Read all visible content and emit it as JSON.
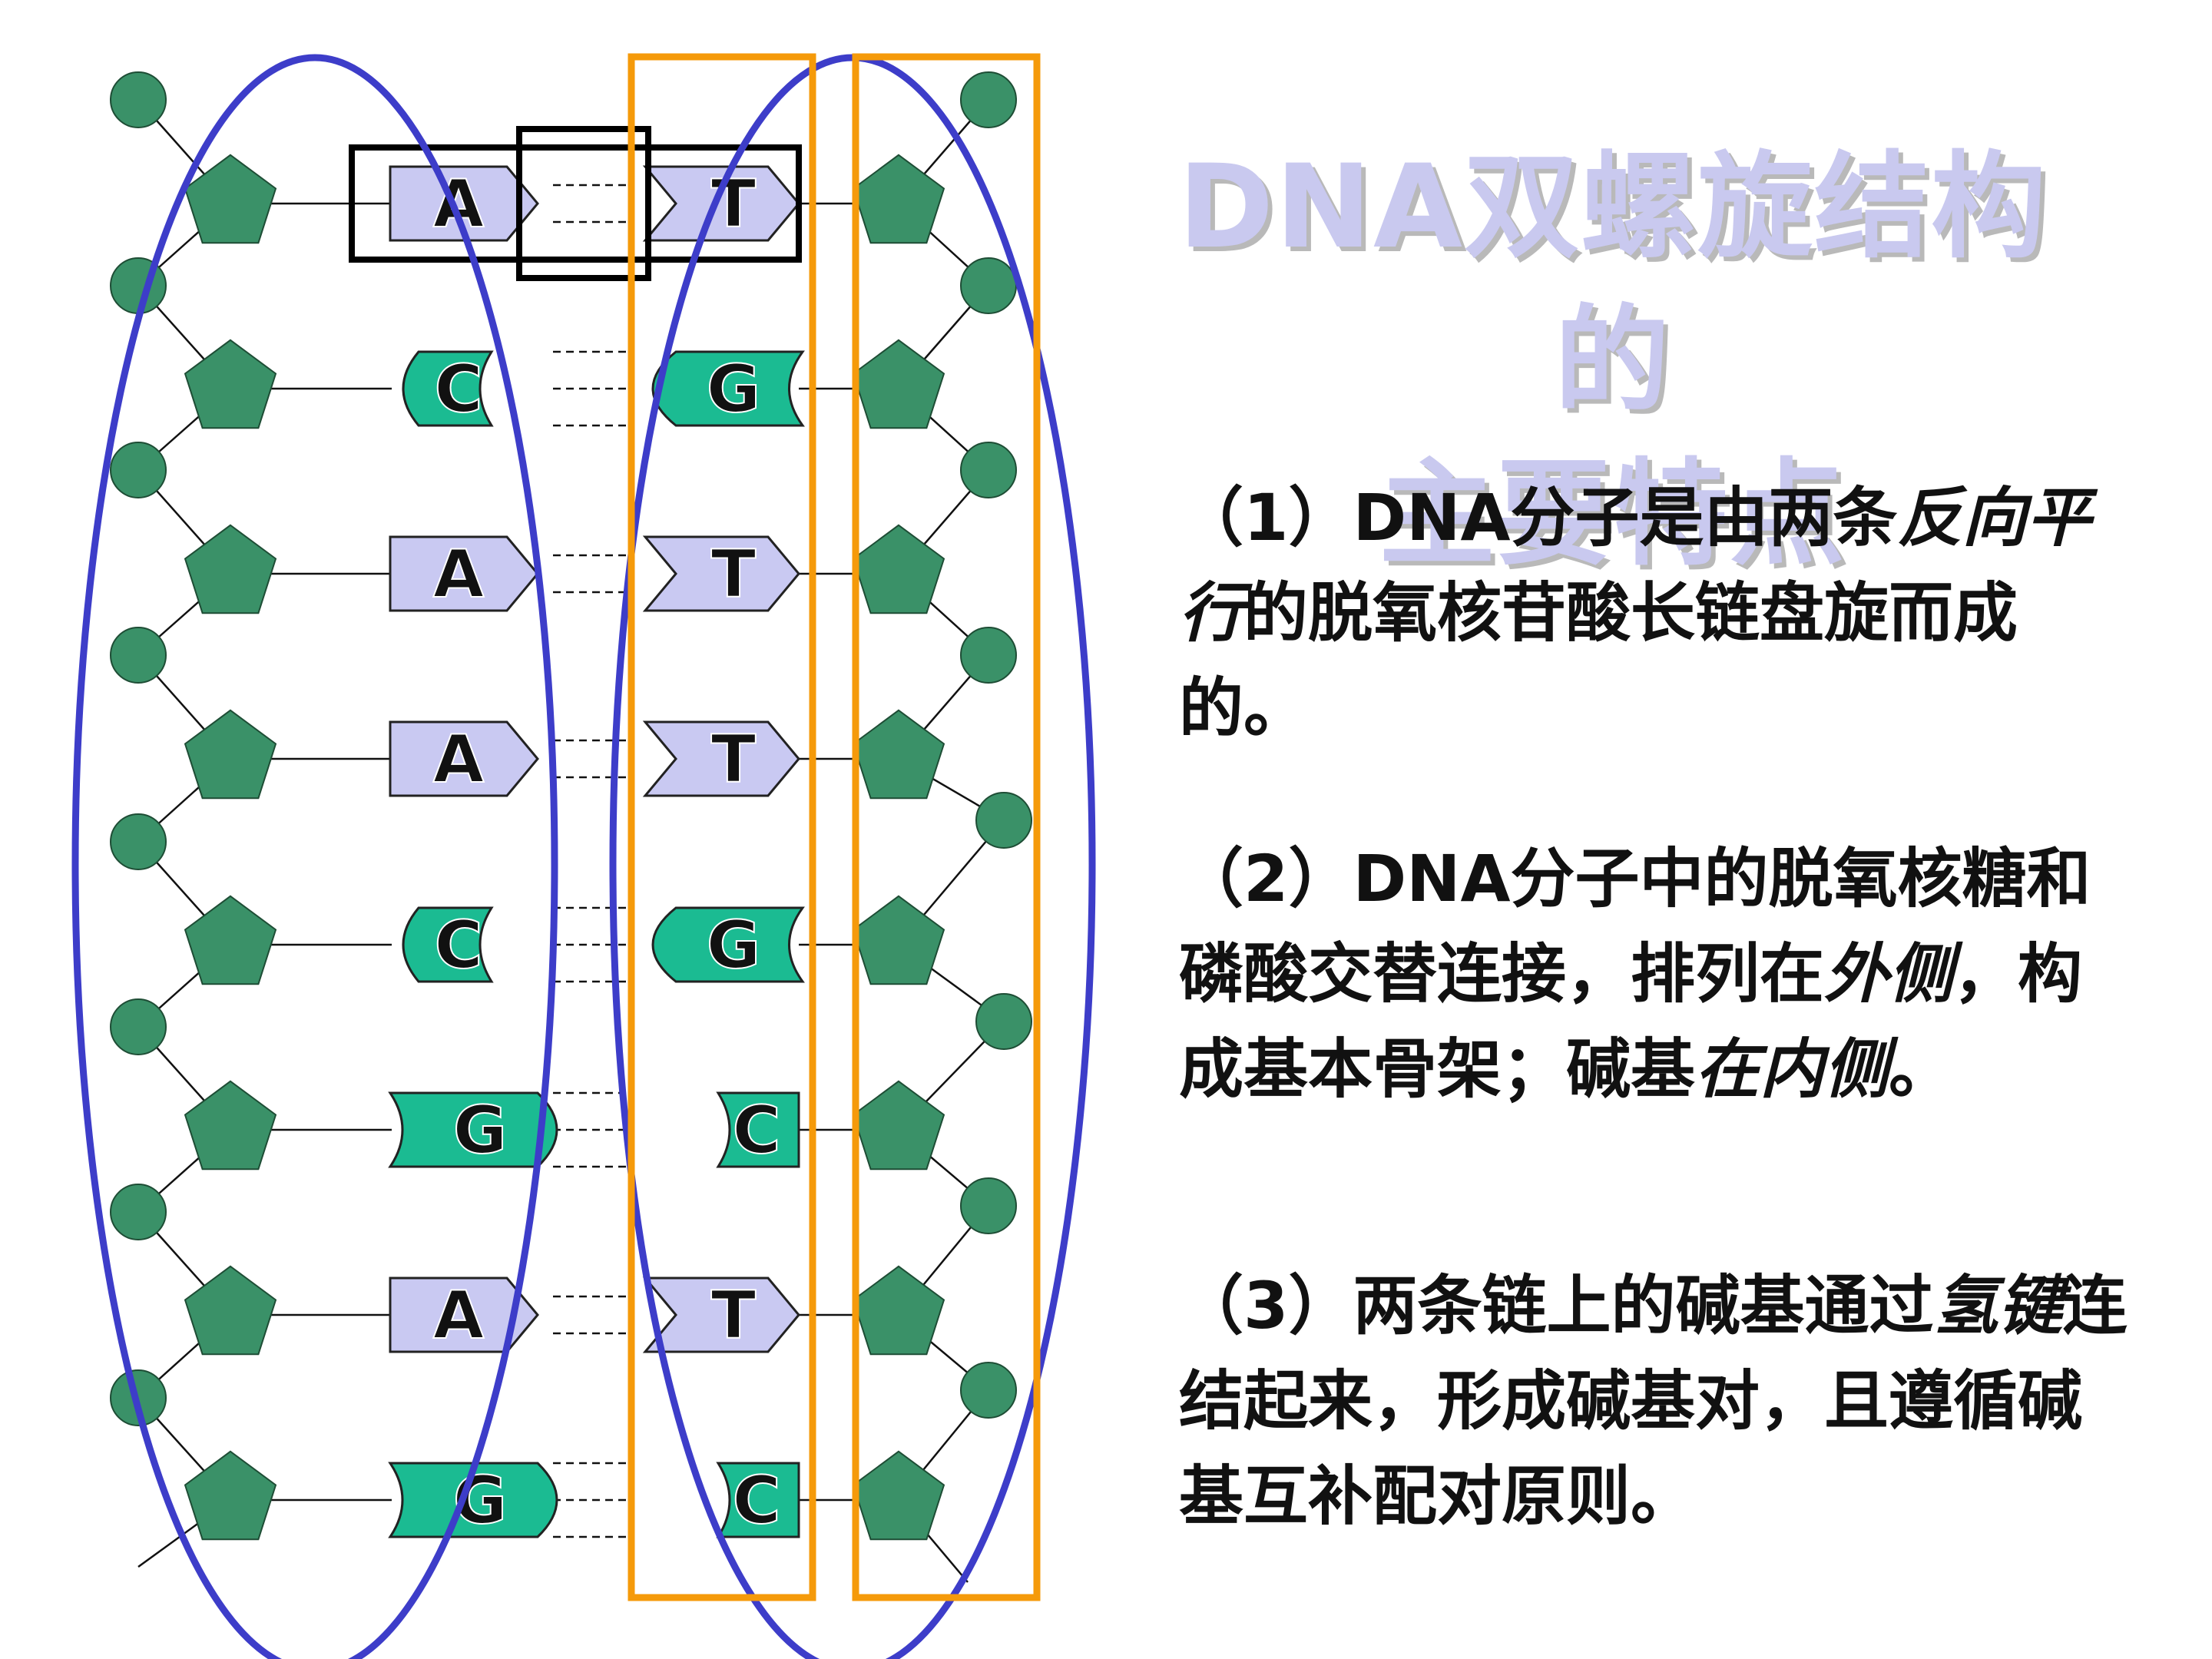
{
  "title": {
    "line1": "DNA双螺旋结构的",
    "line2": "主要特点"
  },
  "colors": {
    "backbone_green": "#3a9168",
    "purine_purple": "#c9c9f2",
    "pyrimidine_green": "#1bbb92",
    "strand_ellipse": "#3d3dc9",
    "strand_box": "#f59a0a",
    "highlight_box": "#000000",
    "title": "#c9c9ef"
  },
  "diagram": {
    "left_bases": [
      "A",
      "C",
      "A",
      "A",
      "C",
      "G",
      "A",
      "G"
    ],
    "right_bases": [
      "T",
      "G",
      "T",
      "T",
      "G",
      "C",
      "T",
      "C"
    ]
  },
  "paragraphs": [
    {
      "segments": [
        {
          "text": "（1）DNA分子是由两条",
          "em": false
        },
        {
          "text": "反向平行",
          "em": true
        },
        {
          "text": "的脱氧核苷酸长链盘旋而成的。",
          "em": false
        }
      ]
    },
    {
      "segments": [
        {
          "text": "（2）DNA分子中的脱氧核糖和磷酸交替连接，排列在",
          "em": false
        },
        {
          "text": "外侧",
          "em": true
        },
        {
          "text": "，构成基本骨架；碱基",
          "em": false
        },
        {
          "text": "在内侧",
          "em": true
        },
        {
          "text": "。",
          "em": false
        }
      ]
    },
    {
      "segments": [
        {
          "text": "（3）两条链上的碱基通过",
          "em": false
        },
        {
          "text": "氢键",
          "em": true
        },
        {
          "text": "连结起来，形成碱基对，且遵循碱基互补配对原则。",
          "em": false
        }
      ]
    }
  ]
}
